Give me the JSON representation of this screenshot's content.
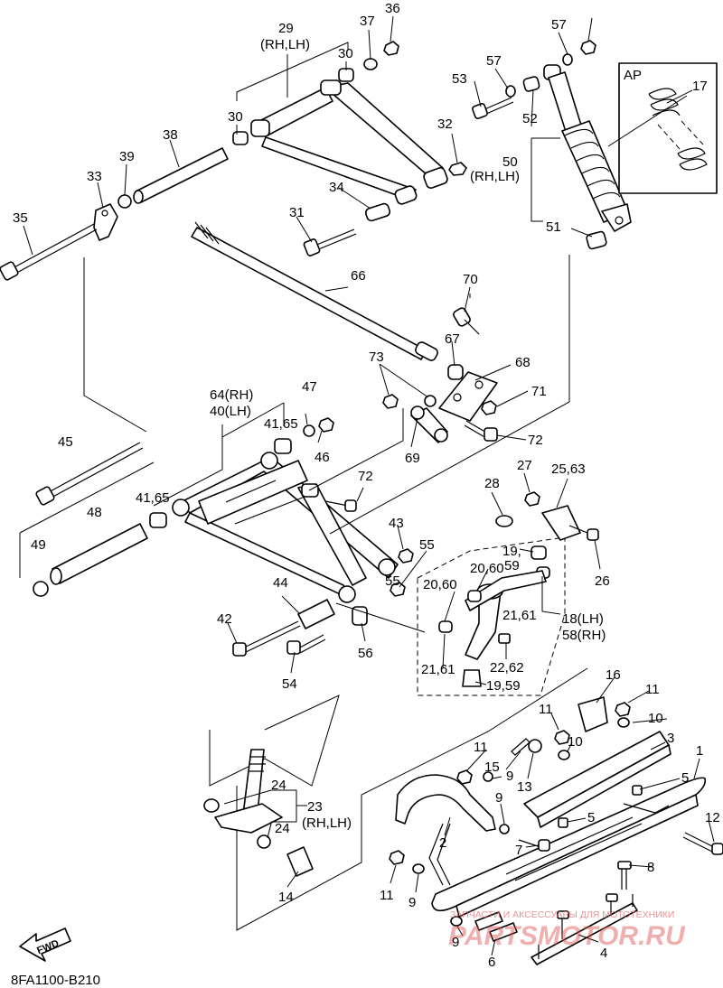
{
  "diagram": {
    "type": "exploded-parts-diagram",
    "diagram_code": "8FA1100-B210",
    "fwd_label": "FWD",
    "detail_box_label": "AP",
    "watermark": {
      "line1": "ЗАПЧАСТИ И АКСЕССУАРЫ ДЛЯ МОТОТЕХНИКИ",
      "line2": "PARTSMOTOR.RU"
    },
    "callouts": [
      {
        "id": "c1",
        "text": "1"
      },
      {
        "id": "c2",
        "text": "2"
      },
      {
        "id": "c3",
        "text": "3"
      },
      {
        "id": "c4",
        "text": "4"
      },
      {
        "id": "c5a",
        "text": "5"
      },
      {
        "id": "c5b",
        "text": "5"
      },
      {
        "id": "c6",
        "text": "6"
      },
      {
        "id": "c7",
        "text": "7"
      },
      {
        "id": "c8",
        "text": "8"
      },
      {
        "id": "c9a",
        "text": "9"
      },
      {
        "id": "c9b",
        "text": "9"
      },
      {
        "id": "c9c",
        "text": "9"
      },
      {
        "id": "c9d",
        "text": "9"
      },
      {
        "id": "c10a",
        "text": "10"
      },
      {
        "id": "c10b",
        "text": "10"
      },
      {
        "id": "c11a",
        "text": "11"
      },
      {
        "id": "c11b",
        "text": "11"
      },
      {
        "id": "c11c",
        "text": "11"
      },
      {
        "id": "c11d",
        "text": "11"
      },
      {
        "id": "c12",
        "text": "12"
      },
      {
        "id": "c13",
        "text": "13"
      },
      {
        "id": "c14",
        "text": "14"
      },
      {
        "id": "c15",
        "text": "15"
      },
      {
        "id": "c16",
        "text": "16"
      },
      {
        "id": "c17",
        "text": "17"
      },
      {
        "id": "c18",
        "text": "18(LH)"
      },
      {
        "id": "c58",
        "text": "58(RH)"
      },
      {
        "id": "c19a",
        "text": "19,"
      },
      {
        "id": "c59a",
        "text": "59"
      },
      {
        "id": "c19b",
        "text": "19,59"
      },
      {
        "id": "c2060a",
        "text": "20,60"
      },
      {
        "id": "c2060b",
        "text": "20,60"
      },
      {
        "id": "c2161a",
        "text": "21,61"
      },
      {
        "id": "c2161b",
        "text": "21,61"
      },
      {
        "id": "c2262",
        "text": "22,62"
      },
      {
        "id": "c23",
        "text": "23"
      },
      {
        "id": "c23rh",
        "text": "(RH,LH)"
      },
      {
        "id": "c24a",
        "text": "24"
      },
      {
        "id": "c24b",
        "text": "24"
      },
      {
        "id": "c2563",
        "text": "25,63"
      },
      {
        "id": "c26",
        "text": "26"
      },
      {
        "id": "c27",
        "text": "27"
      },
      {
        "id": "c28",
        "text": "28"
      },
      {
        "id": "c29",
        "text": "29"
      },
      {
        "id": "c29rh",
        "text": "(RH,LH)"
      },
      {
        "id": "c30a",
        "text": "30"
      },
      {
        "id": "c30b",
        "text": "30"
      },
      {
        "id": "c31",
        "text": "31"
      },
      {
        "id": "c32",
        "text": "32"
      },
      {
        "id": "c33",
        "text": "33"
      },
      {
        "id": "c34",
        "text": "34"
      },
      {
        "id": "c35",
        "text": "35"
      },
      {
        "id": "c36",
        "text": "36"
      },
      {
        "id": "c37",
        "text": "37"
      },
      {
        "id": "c38",
        "text": "38"
      },
      {
        "id": "c39",
        "text": "39"
      },
      {
        "id": "c64",
        "text": "64(RH)"
      },
      {
        "id": "c40",
        "text": "40(LH)"
      },
      {
        "id": "c4165a",
        "text": "41,65"
      },
      {
        "id": "c4165b",
        "text": "41,65"
      },
      {
        "id": "c42",
        "text": "42"
      },
      {
        "id": "c43",
        "text": "43"
      },
      {
        "id": "c44",
        "text": "44"
      },
      {
        "id": "c45",
        "text": "45"
      },
      {
        "id": "c46",
        "text": "46"
      },
      {
        "id": "c47",
        "text": "47"
      },
      {
        "id": "c48",
        "text": "48"
      },
      {
        "id": "c49",
        "text": "49"
      },
      {
        "id": "c50",
        "text": "50"
      },
      {
        "id": "c50rh",
        "text": "(RH,LH)"
      },
      {
        "id": "c51",
        "text": "51"
      },
      {
        "id": "c52",
        "text": "52"
      },
      {
        "id": "c53",
        "text": "53"
      },
      {
        "id": "c54",
        "text": "54"
      },
      {
        "id": "c55a",
        "text": "55"
      },
      {
        "id": "c55b",
        "text": "55"
      },
      {
        "id": "c56",
        "text": "56"
      },
      {
        "id": "c57a",
        "text": "57"
      },
      {
        "id": "c57b",
        "text": "57"
      },
      {
        "id": "c66",
        "text": "66"
      },
      {
        "id": "c67",
        "text": "67"
      },
      {
        "id": "c68",
        "text": "68"
      },
      {
        "id": "c69",
        "text": "69"
      },
      {
        "id": "c70",
        "text": "70"
      },
      {
        "id": "c71",
        "text": "71"
      },
      {
        "id": "c72a",
        "text": "72"
      },
      {
        "id": "c72b",
        "text": "72"
      },
      {
        "id": "c73",
        "text": "73"
      }
    ]
  }
}
